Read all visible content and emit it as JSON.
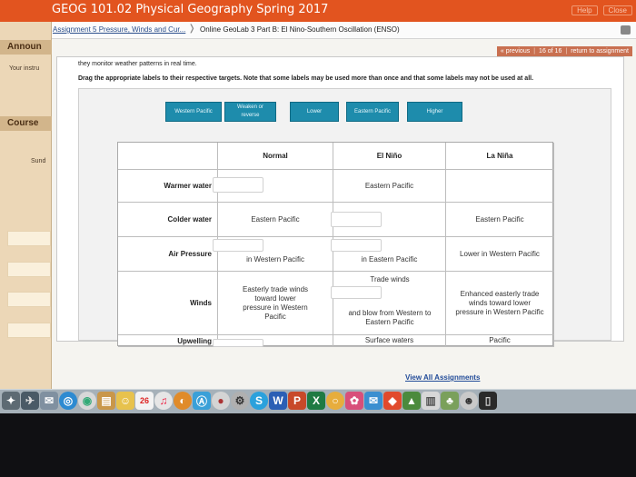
{
  "app": {
    "title": "GEOG 101.02 Physical Geography Spring 2017",
    "top_links": [
      "Help",
      "Close"
    ]
  },
  "sidebar": {
    "announcements": "Announ",
    "instructor": "Your instru",
    "course": "Course",
    "sunday": "Sund"
  },
  "breadcrumb": {
    "item1": "Assignment 5 Pressure, Winds and Cur...",
    "separator": "❭",
    "item2": "Online GeoLab 3 Part B: El Nino-Southern Oscillation (ENSO)"
  },
  "pagination": {
    "previous": "« previous",
    "position": "16 of 16",
    "return": "return to assignment"
  },
  "question": {
    "intro": "they monitor weather patterns in real time.",
    "instructions": "Drag the appropriate labels to their respective targets. Note that some labels may be used more than once and that some labels may not be used at all."
  },
  "labels": [
    {
      "text": "Western Pacific"
    },
    {
      "text": "Weaken or reverse"
    },
    {
      "text": "Lower"
    },
    {
      "text": "Eastern Pacific"
    },
    {
      "text": "Higher"
    }
  ],
  "table": {
    "headers": [
      "Normal",
      "El Niño",
      "La Niña"
    ],
    "rows": [
      {
        "label": "Warmer water",
        "normal": "",
        "elnino": "Eastern Pacific",
        "lanina": ""
      },
      {
        "label": "Colder water",
        "normal": "Eastern Pacific",
        "elnino": "",
        "lanina": "Eastern Pacific"
      },
      {
        "label": "Air Pressure",
        "normal": "in Western Pacific",
        "elnino": "in Eastern Pacific",
        "lanina": "Lower in Western Pacific"
      },
      {
        "label": "Winds",
        "normal": "Easterly trade winds toward lower pressure in Western Pacific",
        "elnino_top": "Trade winds",
        "elnino_bottom": "and blow from Western to Eastern Pacific",
        "lanina": "Enhanced easterly trade winds toward lower pressure in Western Pacific"
      },
      {
        "label": "Upwelling",
        "normal": "",
        "elnino": "Surface waters",
        "lanina": "Pacific"
      }
    ]
  },
  "footer": {
    "view_all": "View All Assignments"
  },
  "dock": {
    "calendar_day": "26",
    "letters": [
      "S",
      "W",
      "P",
      "X"
    ]
  },
  "colors": {
    "topbar": "#e2541f",
    "label_tile": "#1e8cac",
    "link": "#234c99"
  }
}
